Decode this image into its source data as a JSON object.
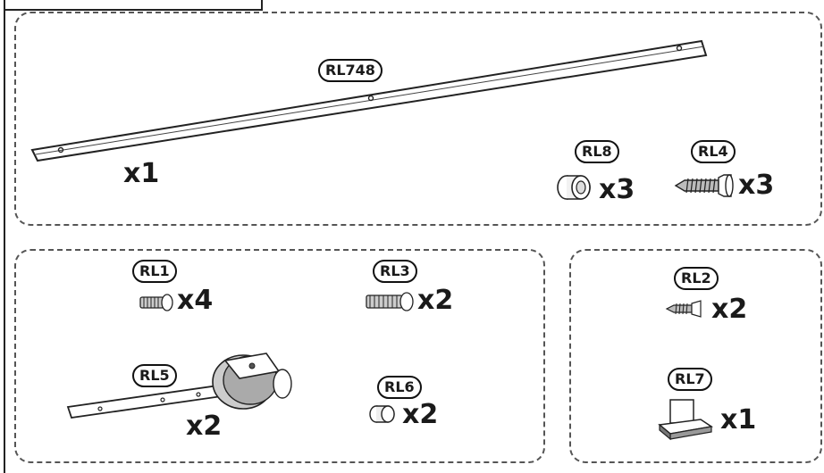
{
  "parts": {
    "rl748": {
      "code": "RL748",
      "qty": "x1"
    },
    "rl8": {
      "code": "RL8",
      "qty": "x3"
    },
    "rl4": {
      "code": "RL4",
      "qty": "x3"
    },
    "rl1": {
      "code": "RL1",
      "qty": "x4"
    },
    "rl3": {
      "code": "RL3",
      "qty": "x2"
    },
    "rl5": {
      "code": "RL5",
      "qty": "x2"
    },
    "rl6": {
      "code": "RL6",
      "qty": "x2"
    },
    "rl2": {
      "code": "RL2",
      "qty": "x2"
    },
    "rl7": {
      "code": "RL7",
      "qty": "x1"
    }
  }
}
